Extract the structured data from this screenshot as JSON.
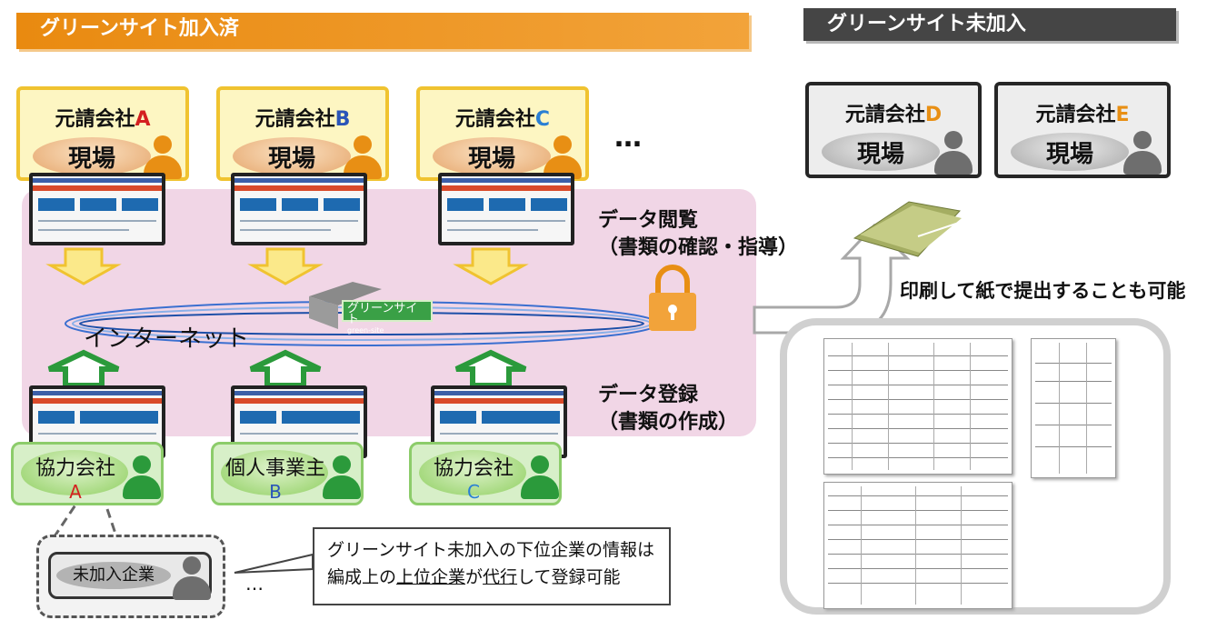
{
  "banners": {
    "joined": "グリーンサイト加入済",
    "not_joined": "グリーンサイト未加入"
  },
  "prime_contractors_joined": [
    {
      "prefix": "元請会社",
      "letter": "A",
      "letter_color": "#d42020",
      "site": "現場"
    },
    {
      "prefix": "元請会社",
      "letter": "B",
      "letter_color": "#2a55b8",
      "site": "現場"
    },
    {
      "prefix": "元請会社",
      "letter": "C",
      "letter_color": "#2a7fd4",
      "site": "現場"
    }
  ],
  "prime_contractors_not_joined": [
    {
      "prefix": "元請会社",
      "letter": "D",
      "letter_color": "#e88f14",
      "site": "現場"
    },
    {
      "prefix": "元請会社",
      "letter": "E",
      "letter_color": "#e88f14",
      "site": "現場"
    }
  ],
  "ellipsis": "…",
  "data_view": {
    "line1": "データ閲覧",
    "line2": "（書類の確認・指導）"
  },
  "data_register": {
    "line1": "データ登録",
    "line2": "（書類の作成）"
  },
  "internet_label": "インターネット",
  "greensite_logo": {
    "text": "グリーンサイト",
    "sub": "green-site"
  },
  "print_note": "印刷して紙で提出することも可能",
  "subcontractors": [
    {
      "name": "協力会社",
      "letter": "A",
      "letter_color": "#d42020"
    },
    {
      "name": "個人事業主",
      "letter": "B",
      "letter_color": "#2a55b8"
    },
    {
      "name": "協力会社",
      "letter": "C",
      "letter_color": "#2a7fd4"
    }
  ],
  "unjoined_company": "未加入企業",
  "small_ellipsis": "…",
  "note": {
    "line1": "グリーンサイト未加入の下位企業の情報は",
    "line2_pre": "編成上の",
    "line2_u1": "上位企業",
    "line2_mid": "が",
    "line2_u2": "代行",
    "line2_post": "して登録可能"
  },
  "colors": {
    "orange": "#e98a10",
    "yellow_border": "#f0c330",
    "green": "#2b9a3b",
    "pink_area": "#f1d6e6"
  }
}
